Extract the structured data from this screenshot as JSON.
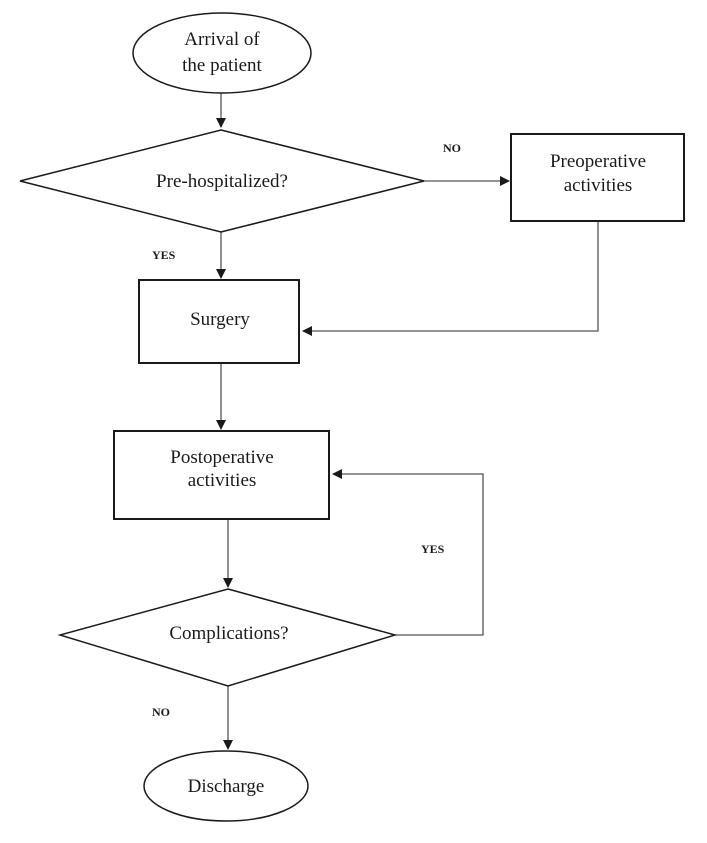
{
  "diagram": {
    "nodes": {
      "arrival": {
        "line1": "Arrival of",
        "line2": "the patient"
      },
      "prehospitalized": {
        "label": "Pre-hospitalized?"
      },
      "preoperative": {
        "line1": "Preoperative",
        "line2": "activities"
      },
      "surgery": {
        "label": "Surgery"
      },
      "postoperative": {
        "line1": "Postoperative",
        "line2": "activities"
      },
      "complications": {
        "label": "Complications?"
      },
      "discharge": {
        "label": "Discharge"
      }
    },
    "edges": {
      "prehospitalized_no": "NO",
      "prehospitalized_yes": "YES",
      "complications_yes": "YES",
      "complications_no": "NO"
    }
  }
}
